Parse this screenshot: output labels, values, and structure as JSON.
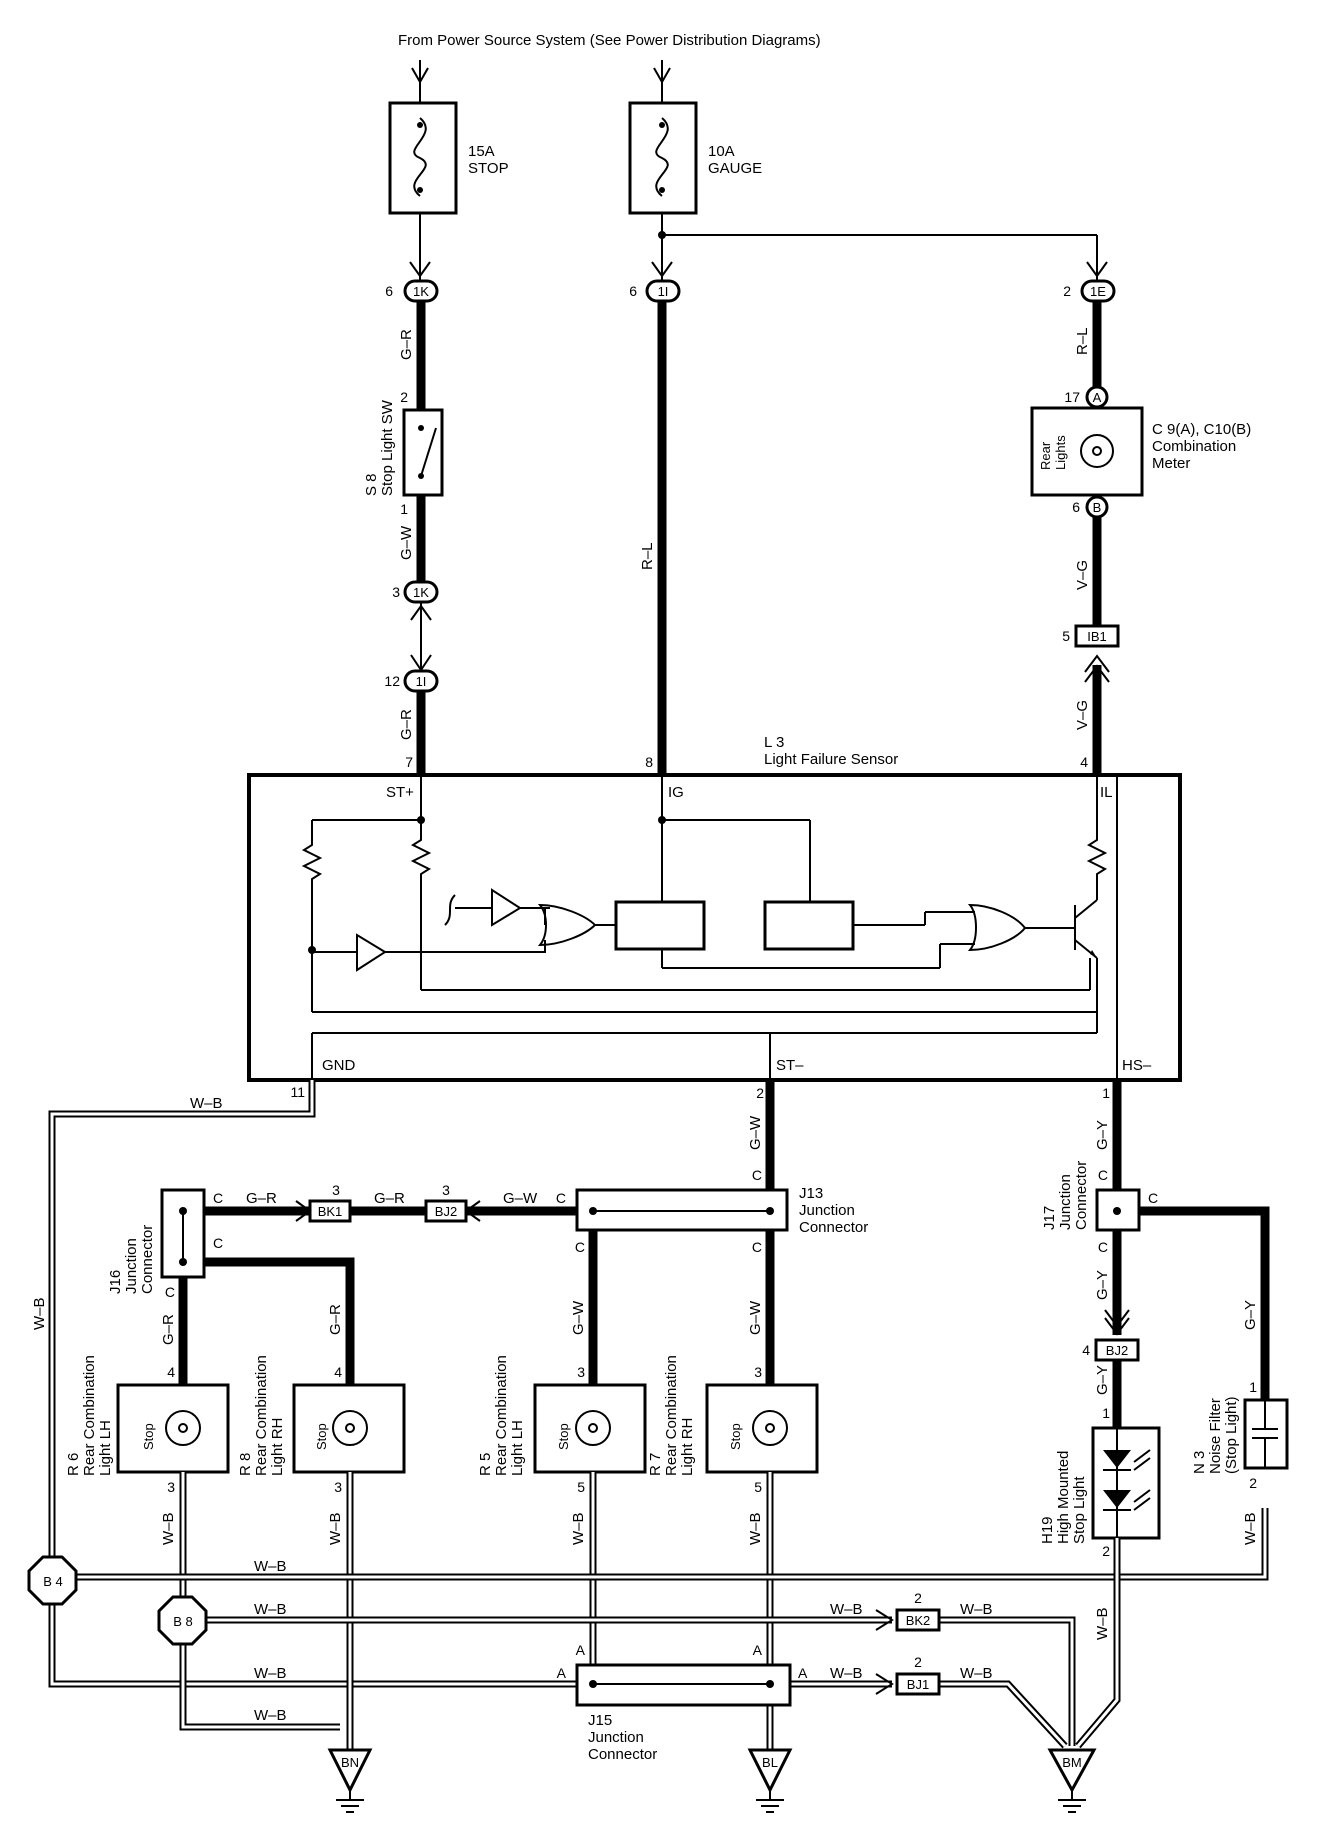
{
  "header": {
    "text": "From Power Source System (See Power Distribution Diagrams)"
  },
  "fuses": {
    "stop": {
      "rating": "15A",
      "name": "STOP"
    },
    "gauge": {
      "rating": "10A",
      "name": "GAUGE"
    }
  },
  "connectors": {
    "c1k": "1K",
    "c1i": "1I",
    "c1e": "1E",
    "ib1": "IB1",
    "bk1": "BK1",
    "bj2": "BJ2",
    "bk2": "BK2",
    "bj1": "BJ1",
    "a": "A",
    "b": "B",
    "c": "C"
  },
  "components": {
    "s8": {
      "id": "S 8",
      "name": "Stop Light SW"
    },
    "meter": {
      "ref": "C 9(A), C10(B)",
      "line1": "Combination",
      "line2": "Meter",
      "inner1": "Rear",
      "inner2": "Lights"
    },
    "l3": {
      "id": "L 3",
      "name": "Light Failure Sensor",
      "st_plus": "ST+",
      "ig": "IG",
      "il": "IL",
      "gnd": "GND",
      "st_minus": "ST–",
      "hs_minus": "HS–"
    },
    "j13": {
      "id": "J13",
      "line1": "Junction",
      "line2": "Connector"
    },
    "j16": {
      "id": "J16",
      "line1": "Junction",
      "line2": "Connector"
    },
    "j17": {
      "id": "J17",
      "line1": "Junction",
      "line2": "Connector"
    },
    "j15": {
      "id": "J15",
      "line1": "Junction",
      "line2": "Connector"
    },
    "r6": {
      "id": "R 6",
      "line1": "Rear Combination",
      "line2": "Light LH"
    },
    "r8": {
      "id": "R 8",
      "line1": "Rear Combination",
      "line2": "Light RH"
    },
    "r5": {
      "id": "R 5",
      "line1": "Rear Combination",
      "line2": "Light LH"
    },
    "r7": {
      "id": "R 7",
      "line1": "Rear Combination",
      "line2": "Light RH"
    },
    "stop_label": "Stop",
    "h19": {
      "id": "H19",
      "line1": "High Mounted",
      "line2": "Stop Light"
    },
    "n3": {
      "id": "N 3",
      "line1": "Noise Filter",
      "line2": "(Stop Light)"
    }
  },
  "wires": {
    "gr": "G–R",
    "gw": "G–W",
    "rl": "R–L",
    "vg": "V–G",
    "wb": "W–B",
    "gy": "G–Y"
  },
  "pins": {
    "p1": "1",
    "p2": "2",
    "p3": "3",
    "p4": "4",
    "p5": "5",
    "p6": "6",
    "p7": "7",
    "p8": "8",
    "p11": "11",
    "p12": "12",
    "p17": "17"
  },
  "grounds": {
    "bn": "BN",
    "bl": "BL",
    "bm": "BM",
    "b4": "B 4",
    "b8": "B 8"
  }
}
